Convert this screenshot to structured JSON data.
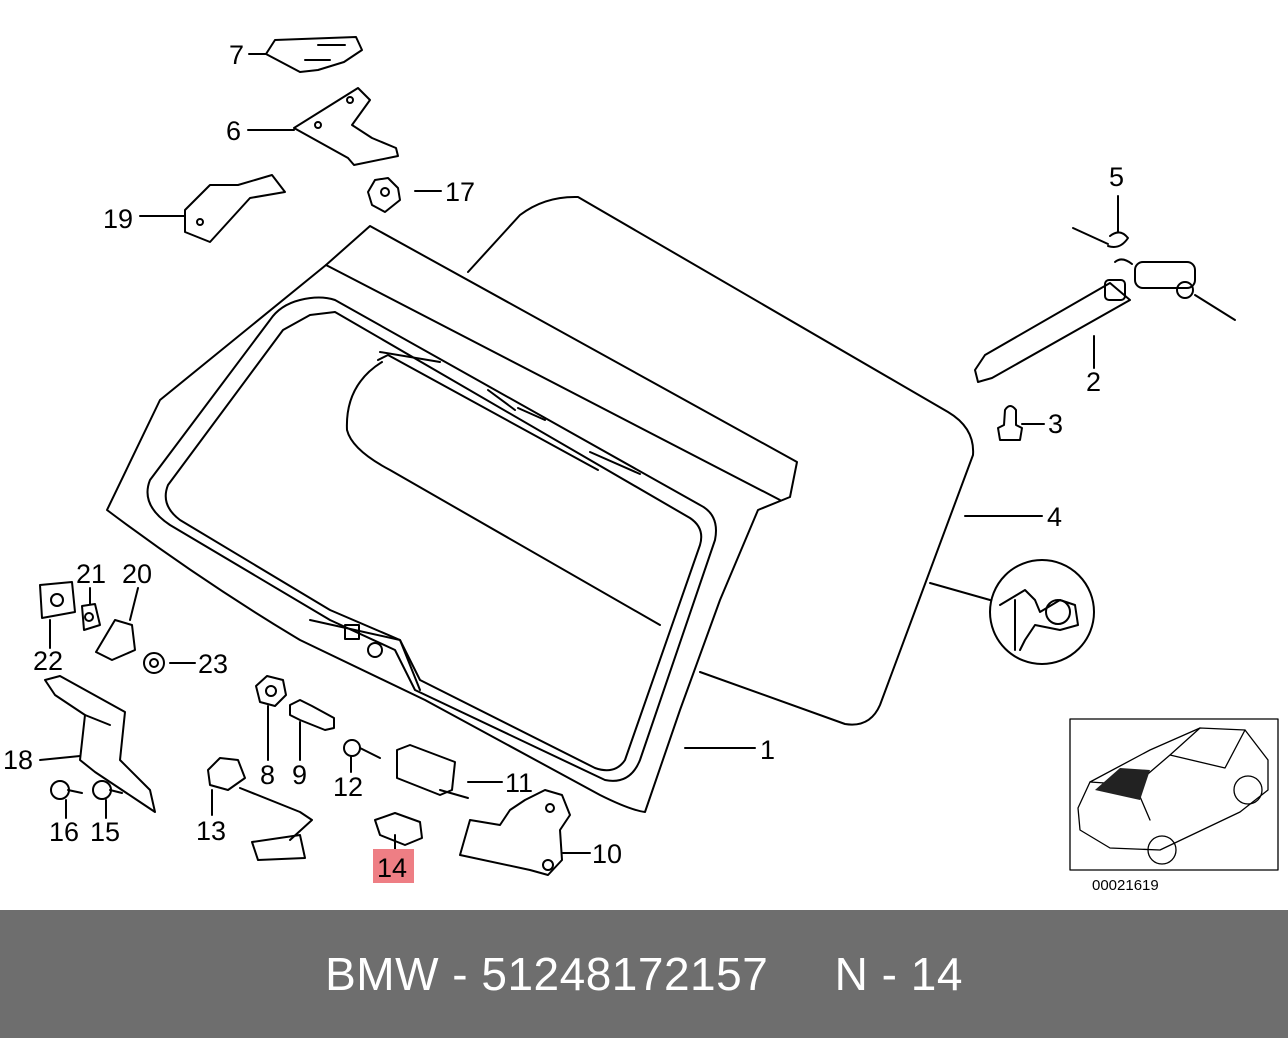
{
  "callouts": {
    "c1": "1",
    "c2": "2",
    "c3": "3",
    "c4": "4",
    "c5": "5",
    "c6": "6",
    "c7": "7",
    "c8": "8",
    "c9": "9",
    "c10": "10",
    "c11": "11",
    "c12": "12",
    "c13": "13",
    "c14": "14",
    "c15": "15",
    "c16": "16",
    "c17": "17",
    "c18": "18",
    "c19": "19",
    "c20": "20",
    "c21": "21",
    "c22": "22",
    "c23": "23"
  },
  "diagram_code": "00021619",
  "highlight": {
    "callout": "14",
    "color": "#ee7e84"
  },
  "footer": {
    "text": "BMW - 51248172157     N - 14"
  },
  "colors": {
    "footer_bg": "#6e6e6e",
    "footer_text": "#ffffff",
    "line": "#000000"
  }
}
